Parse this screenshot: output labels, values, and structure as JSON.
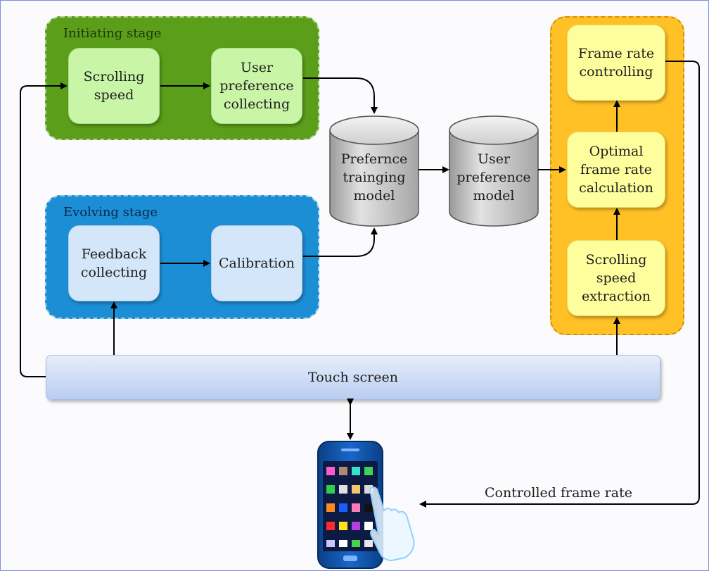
{
  "groups": {
    "initiating": {
      "label": "Initiating stage",
      "color": "#5a9e1a"
    },
    "evolving": {
      "label": "Evolving stage",
      "color": "#1b8ed6"
    },
    "frame_rate": {
      "color": "#ffc125"
    }
  },
  "nodes": {
    "scrolling_speed": "Scrolling speed",
    "user_preference_collecting": "User preference collecting",
    "feedback_collecting": "Feedback collecting",
    "calibration": "Calibration",
    "preference_training_model": "Prefernce trainging model",
    "user_preference_model": "User preference model",
    "frame_rate_controlling": "Frame rate controlling",
    "optimal_frame_rate_calculation": "Optimal frame rate calculation",
    "scrolling_speed_extraction": "Scrolling speed extraction",
    "touch_screen": "Touch screen"
  },
  "edge_labels": {
    "controlled_frame_rate": "Controlled frame rate"
  },
  "icons": {
    "phone": "smartphone-with-finger-icon"
  }
}
